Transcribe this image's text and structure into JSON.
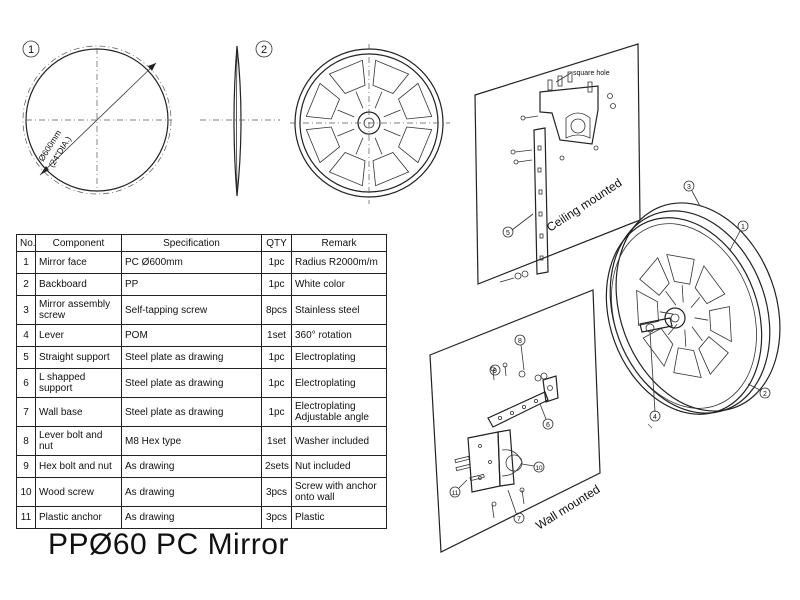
{
  "title": "PPØ60 PC Mirror",
  "views": {
    "front_marker": "1",
    "back_marker": "2",
    "dimension_line1": "Ø600mm",
    "dimension_line2": "(24\"DIA.)"
  },
  "table": {
    "headers": [
      "No.",
      "Component",
      "Specification",
      "QTY",
      "Remark"
    ],
    "rows": [
      {
        "no": "1",
        "component": "Mirror face",
        "spec": "PC Ø600mm",
        "qty": "1pc",
        "remark": "Radius R2000m/m"
      },
      {
        "no": "2",
        "component": "Backboard",
        "spec": "PP",
        "qty": "1pc",
        "remark": "White color"
      },
      {
        "no": "3",
        "component": "Mirror assembly screw",
        "spec": "Self-tapping screw",
        "qty": "8pcs",
        "remark": "Stainless steel"
      },
      {
        "no": "4",
        "component": "Lever",
        "spec": "POM",
        "qty": "1set",
        "remark": "360° rotation"
      },
      {
        "no": "5",
        "component": "Straight support",
        "spec": "Steel plate as drawing",
        "qty": "1pc",
        "remark": "Electroplating"
      },
      {
        "no": "6",
        "component": "L shapped support",
        "spec": "Steel plate as drawing",
        "qty": "1pc",
        "remark": "Electroplating"
      },
      {
        "no": "7",
        "component": "Wall base",
        "spec": "Steel plate as drawing",
        "qty": "1pc",
        "remark": "Electroplating Adjustable angle"
      },
      {
        "no": "8",
        "component": "Lever bolt and nut",
        "spec": "M8 Hex type",
        "qty": "1set",
        "remark": "Washer included"
      },
      {
        "no": "9",
        "component": "Hex bolt and nut",
        "spec": "As drawing",
        "qty": "2sets",
        "remark": "Nut included"
      },
      {
        "no": "10",
        "component": "Wood screw",
        "spec": "As drawing",
        "qty": "3pcs",
        "remark": "Screw with anchor onto wall"
      },
      {
        "no": "11",
        "component": "Plastic anchor",
        "spec": "As drawing",
        "qty": "3pcs",
        "remark": "Plastic"
      }
    ]
  },
  "exploded": {
    "ceiling_label": "Ceiling mounted",
    "wall_label": "Wall mounted",
    "square_hole_label": "square hole",
    "callouts": {
      "c1": "1",
      "c2": "2",
      "c3": "3",
      "c4": "4",
      "c5": "5",
      "c6": "6",
      "c7": "7",
      "c8": "8",
      "c9": "9",
      "c10": "10",
      "c11": "11"
    }
  }
}
